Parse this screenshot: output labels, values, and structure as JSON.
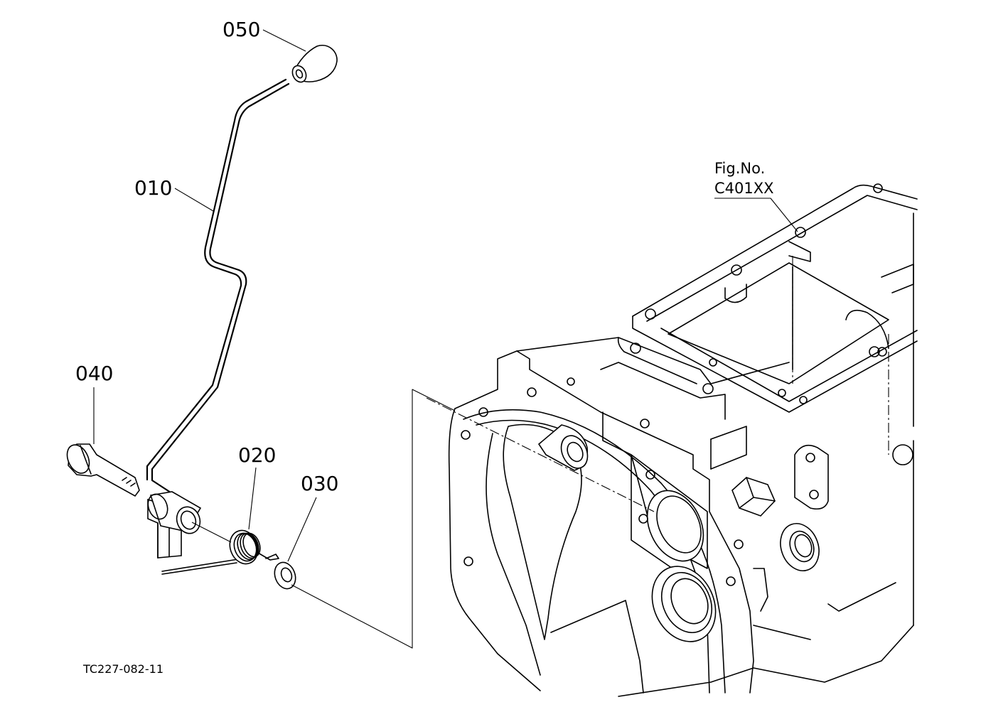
{
  "figure": {
    "part_labels": {
      "p050": "050",
      "p010": "010",
      "p040": "040",
      "p020": "020",
      "p030": "030"
    },
    "fig_ref_line1": "Fig.No.",
    "fig_ref_line2": "C401XX",
    "drawing_code": "TC227-082-11"
  }
}
